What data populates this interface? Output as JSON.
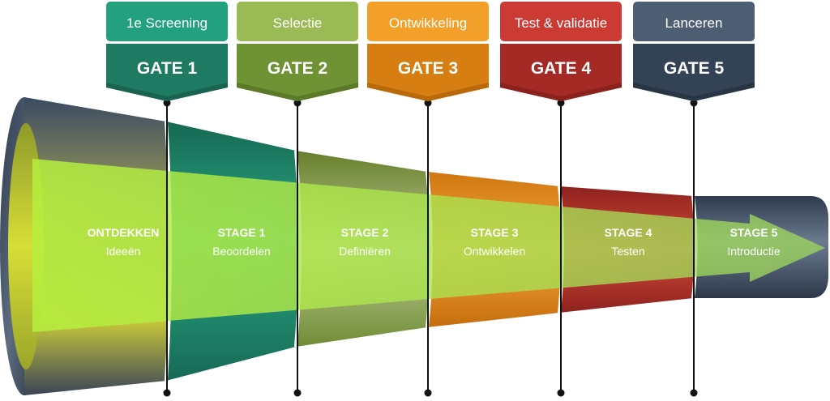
{
  "gates": [
    {
      "top": "1e Screening",
      "sup": "",
      "label": "GATE 1",
      "top_color": "#23a07e",
      "gate_color": "#1f7a62",
      "gate_dark": "#155444"
    },
    {
      "top": "Selectie",
      "label": "GATE 2",
      "top_color": "#9aba55",
      "gate_color": "#6e9234",
      "gate_dark": "#4f6b22"
    },
    {
      "top": "Ontwikkeling",
      "label": "GATE 3",
      "top_color": "#f2a02a",
      "gate_color": "#d67e11",
      "gate_dark": "#a55c07"
    },
    {
      "top": "Test & validatie",
      "label": "GATE 4",
      "top_color": "#cc3a34",
      "gate_color": "#a52a25",
      "gate_dark": "#7a1c18"
    },
    {
      "top": "Lanceren",
      "label": "GATE 5",
      "top_color": "#4d5e72",
      "gate_color": "#344255",
      "gate_dark": "#222d3b"
    }
  ],
  "stages": [
    {
      "title": "ONTDEKKEN",
      "subtitle": "Ideeën"
    },
    {
      "title": "STAGE 1",
      "subtitle": "Beoordelen"
    },
    {
      "title": "STAGE 2",
      "subtitle": "Definiëren"
    },
    {
      "title": "STAGE 3",
      "subtitle": "Ontwikkelen"
    },
    {
      "title": "STAGE 4",
      "subtitle": "Testen"
    },
    {
      "title": "STAGE 5",
      "subtitle": "Introductie"
    }
  ],
  "colors": {
    "stage1": "#1f8a70",
    "stage2": "#7c9c3c",
    "stage3": "#e48b1a",
    "stage4": "#b5302a",
    "stage5": "#3e4c5e",
    "arrow": "#a8e05a",
    "funnel_mouth": "#c9d62a"
  }
}
